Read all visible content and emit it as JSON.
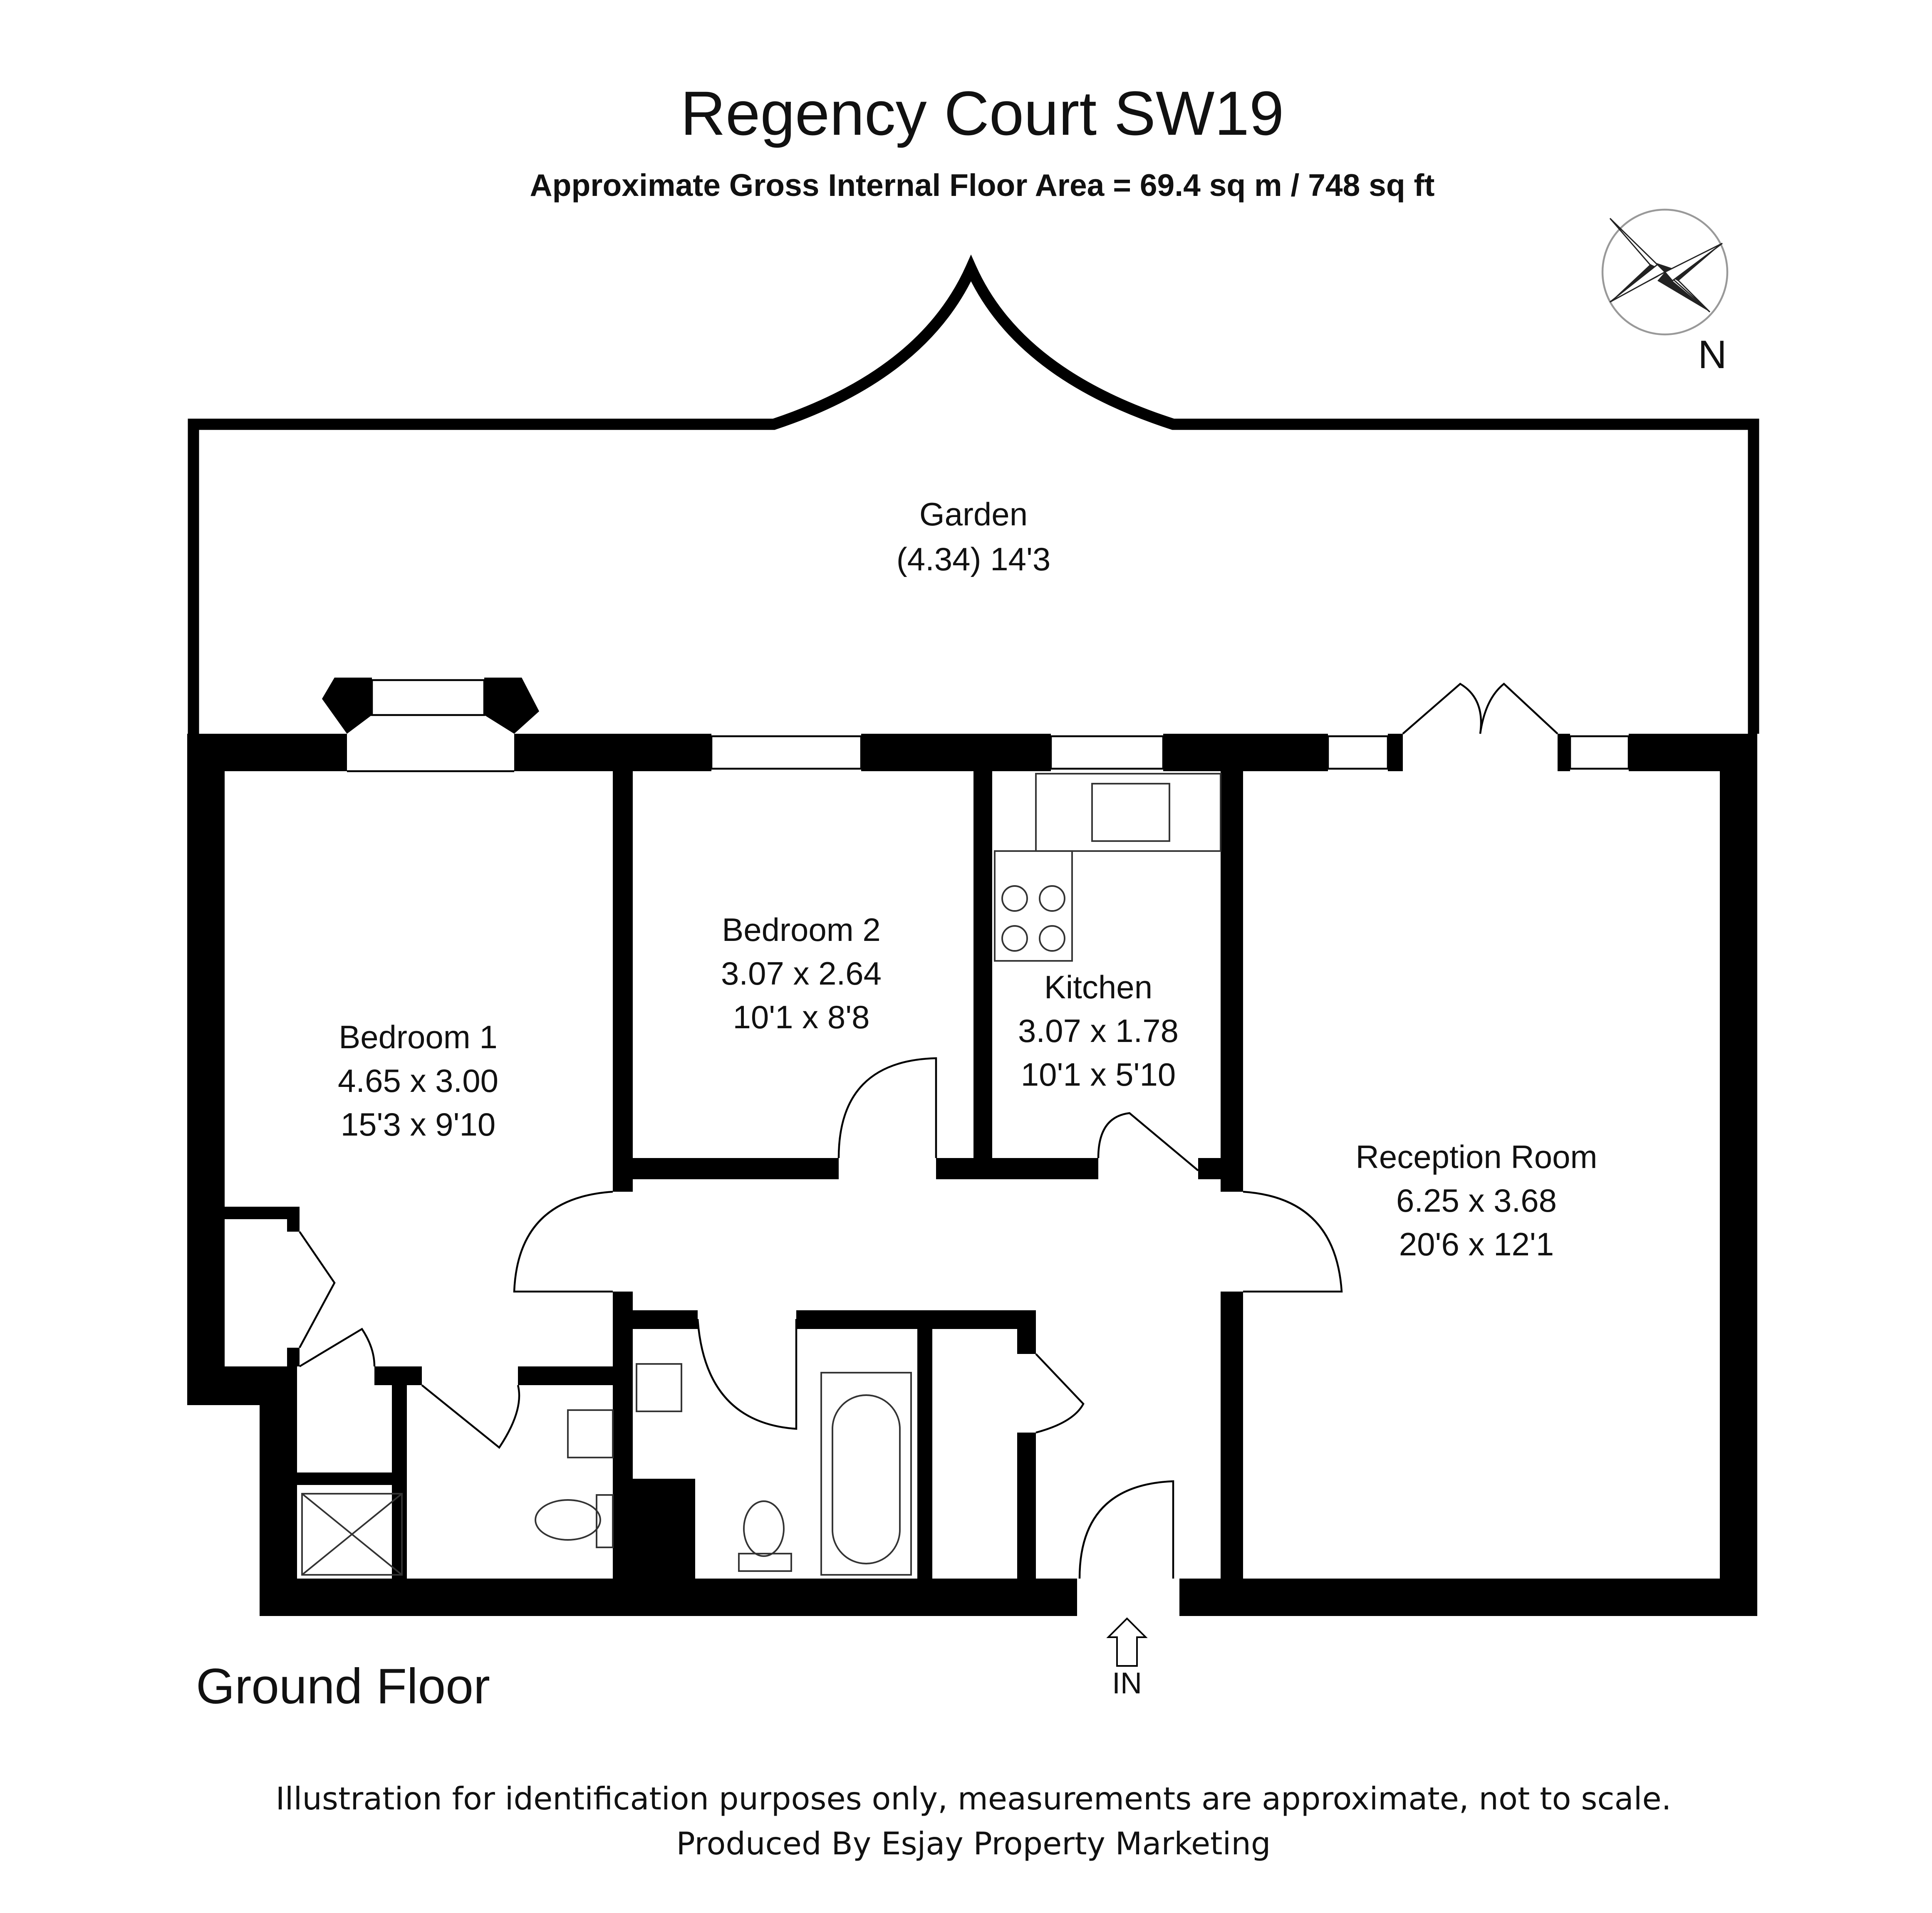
{
  "title": "Regency Court SW19",
  "subtitle": "Approximate Gross Internal Floor Area = 69.4 sq m / 748 sq ft",
  "compass": {
    "label": "N"
  },
  "rooms": [
    {
      "name": "Garden",
      "metric": "(4.34) 14'3",
      "imperial": ""
    },
    {
      "name": "Bedroom 1",
      "metric": "4.65 x 3.00",
      "imperial": "15'3 x 9'10"
    },
    {
      "name": "Bedroom 2",
      "metric": "3.07 x 2.64",
      "imperial": "10'1 x 8'8"
    },
    {
      "name": "Kitchen",
      "metric": "3.07 x 1.78",
      "imperial": "10'1 x 5'10"
    },
    {
      "name": "Reception Room",
      "metric": "6.25 x 3.68",
      "imperial": "20'6 x 12'1"
    }
  ],
  "entrance_label": "IN",
  "floor_label": "Ground Floor",
  "footer": {
    "line1": "Illustration for identification purposes only, measurements are approximate, not to scale.",
    "line2": "Produced By Esjay Property Marketing"
  }
}
